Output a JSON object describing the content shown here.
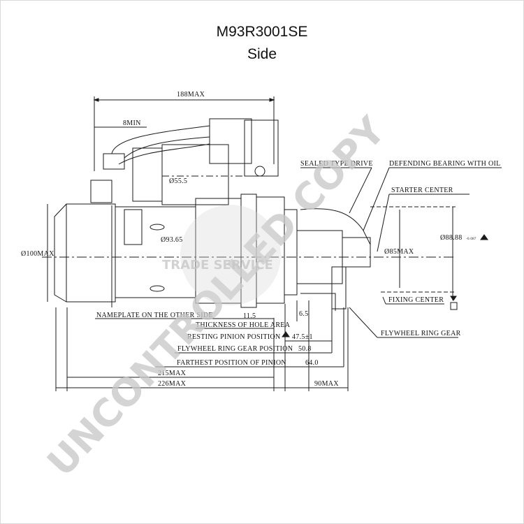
{
  "title": "M93R3001SE",
  "subtitle": "Side",
  "watermark": "UNCONTROLLED COPY",
  "watermark_secondary": "TRADE SERVICE",
  "dimensions": {
    "max_length_188": "188MAX",
    "min_8": "8MIN",
    "dia_55_5": "Ø55.5",
    "dia_93_65": "Ø93.65",
    "dia_100": "Ø100MAX",
    "dia_85": "Ø85MAX",
    "dia_88_88": "Ø88.88",
    "tolerance": "-0.087",
    "d_11_5": "11.5",
    "d_6_5": "6.5",
    "d_47_5": "47.5±1",
    "d_50_8": "50.8",
    "d_64_0": "64.0",
    "d_215": "215MAX",
    "d_226": "226MAX",
    "d_90": "90MAX"
  },
  "labels": {
    "sealed_drive": "SEALED TYPE DRIVE",
    "bearing": "DEFENDING BEARING WITH OIL",
    "starter_center": "STARTER CENTER",
    "fixing_center": "FIXING CENTER",
    "flywheel_gear": "FLYWHEEL RING GEAR",
    "nameplate": "NAMEPLATE ON THE OTHER SIDE",
    "hole_area": "THICKNESS OF HOLE AREA",
    "resting_pinion": "RESTING PINION POSITION",
    "flywheel_position": "FLYWHEEL RING GEAR POSITION",
    "farthest_pinion": "FARTHEST POSITION OF PINION"
  },
  "colors": {
    "line": "#1a1a1a",
    "watermark": "#c8c8c8"
  }
}
